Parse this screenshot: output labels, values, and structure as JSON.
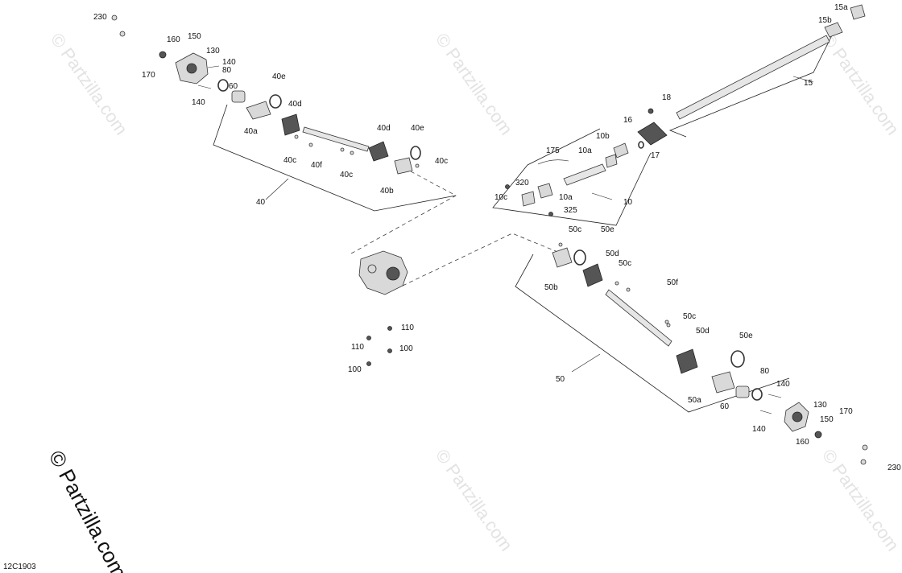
{
  "diagram_code": "12C1903",
  "watermark": "© Partzilla.com",
  "labels": [
    "230",
    "160",
    "150",
    "130",
    "140",
    "170",
    "80",
    "140",
    "60",
    "40e",
    "40d",
    "40a",
    "40c",
    "40f",
    "40c",
    "40d",
    "40e",
    "40c",
    "40b",
    "40",
    "15a",
    "15b",
    "15",
    "18",
    "16",
    "17",
    "10b",
    "10a",
    "175",
    "320",
    "10c",
    "10a",
    "10",
    "325",
    "50c",
    "50e",
    "50b",
    "50d",
    "50c",
    "50f",
    "50c",
    "50d",
    "50e",
    "110",
    "110",
    "100",
    "100",
    "50",
    "80",
    "140",
    "50a",
    "60",
    "130",
    "170",
    "140",
    "150",
    "160",
    "230"
  ]
}
